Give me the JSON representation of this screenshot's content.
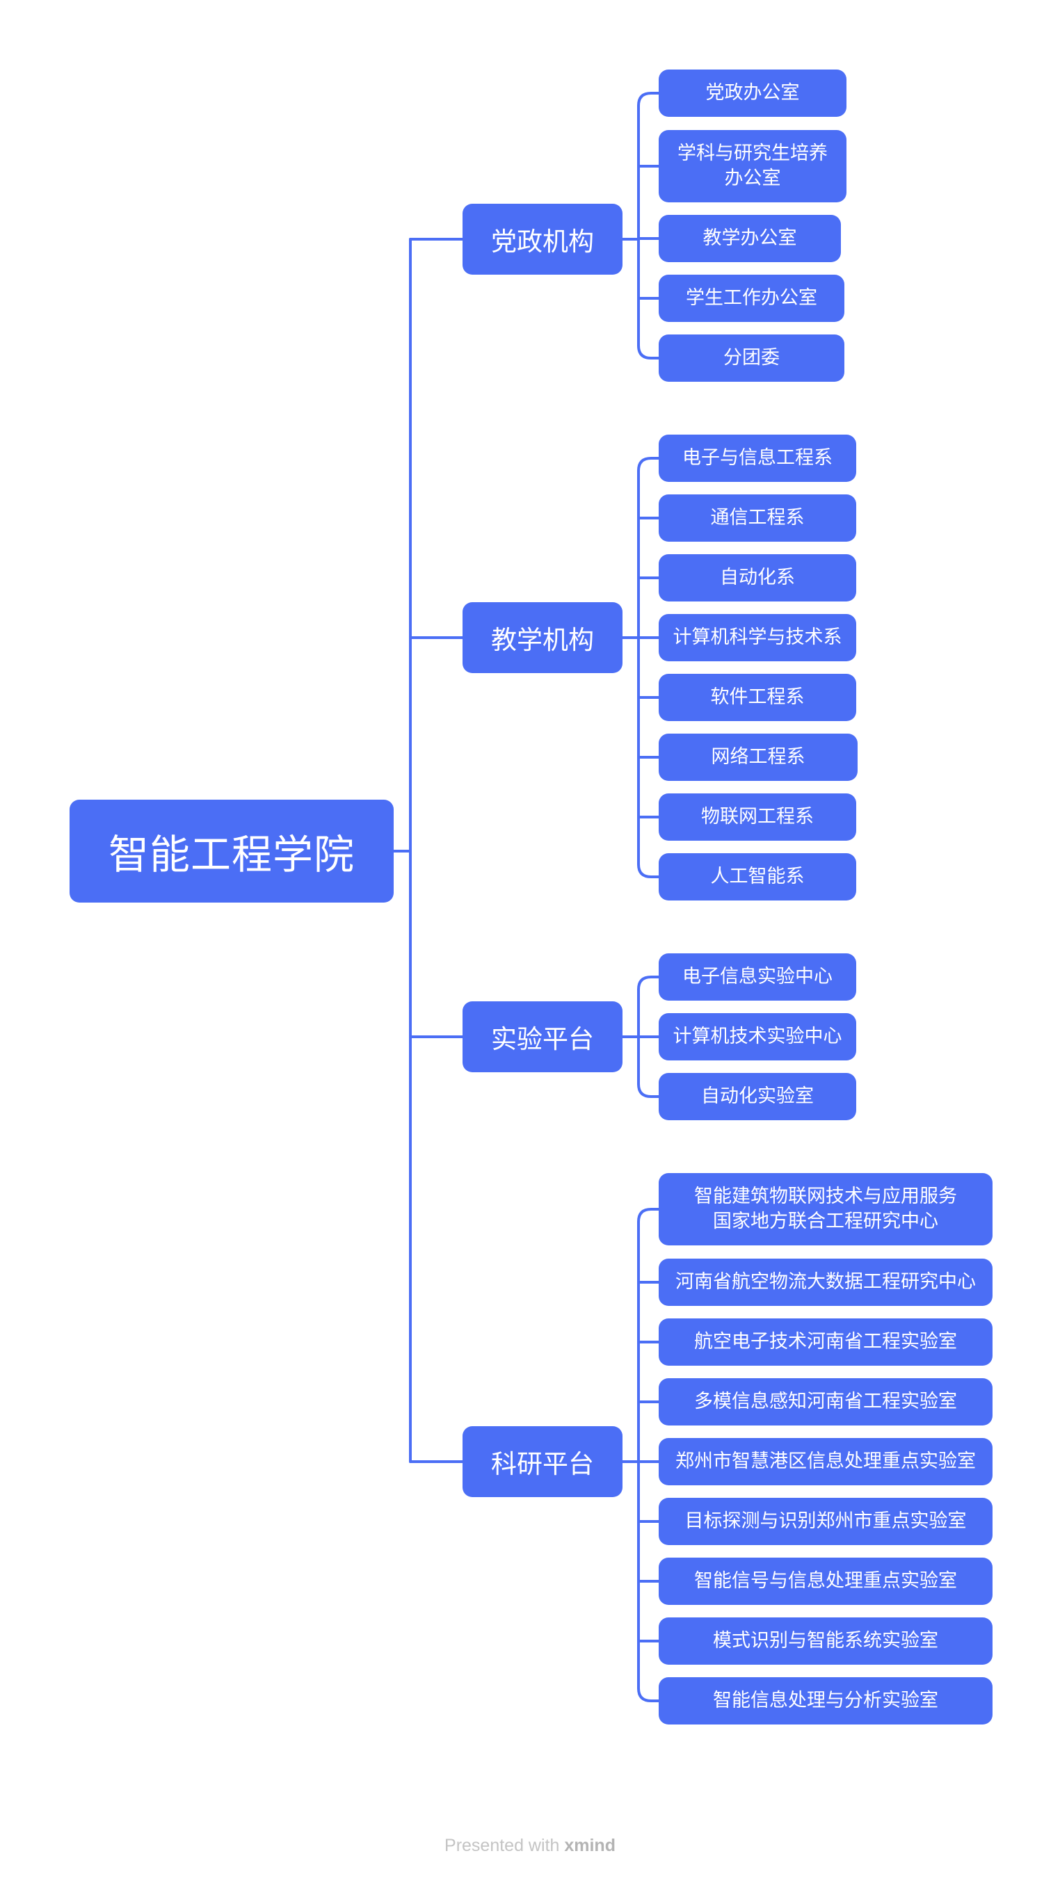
{
  "root": "智能工程学院",
  "branches": [
    {
      "label": "党政机构",
      "children": [
        "党政办公室",
        "学科与研究生培养\n办公室",
        "教学办公室",
        "学生工作办公室",
        "分团委"
      ]
    },
    {
      "label": "教学机构",
      "children": [
        "电子与信息工程系",
        "通信工程系",
        "自动化系",
        "计算机科学与技术系",
        "软件工程系",
        "网络工程系",
        "物联网工程系",
        "人工智能系"
      ]
    },
    {
      "label": "实验平台",
      "children": [
        "电子信息实验中心",
        "计算机技术实验中心",
        "自动化实验室"
      ]
    },
    {
      "label": "科研平台",
      "children": [
        "智能建筑物联网技术与应用服务\n国家地方联合工程研究中心",
        "河南省航空物流大数据工程研究中心",
        "航空电子技术河南省工程实验室",
        "多模信息感知河南省工程实验室",
        "郑州市智慧港区信息处理重点实验室",
        "目标探测与识别郑州市重点实验室",
        "智能信号与信息处理重点实验室",
        "模式识别与智能系统实验室",
        "智能信息处理与分析实验室"
      ]
    }
  ],
  "footer": {
    "prefix": "Presented with",
    "brand": "xmind"
  },
  "colors": {
    "node": "#4b6ef5",
    "line": "#4b6ef5",
    "text": "#ffffff"
  }
}
